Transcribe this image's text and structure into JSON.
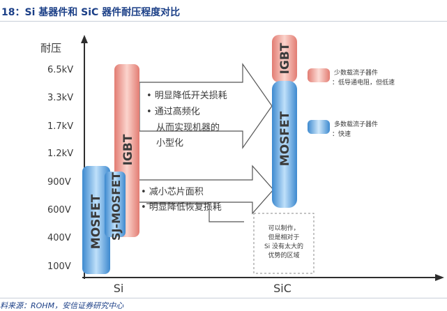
{
  "header": {
    "title": "18：Si 基器件和 SiC 器件耐压程度对比"
  },
  "footer": {
    "source": "料来源：ROHM，安信证券研究中心"
  },
  "diagram": {
    "y_axis_title": "耐压",
    "y_ticks": [
      "6.5kV",
      "3.3kV",
      "1.7kV",
      "1.2kV",
      "900V",
      "600V",
      "400V",
      "100V"
    ],
    "x_labels": [
      "Si",
      "SiC"
    ],
    "bars": {
      "si_mosfet": "MOSFET",
      "si_sj_mosfet": "SJ-MOSFET",
      "si_igbt": "IGBT",
      "sic_igbt": "IGBT",
      "sic_mosfet": "MOSFET"
    },
    "arrow_upper_text": [
      "• 明显降低开关损耗",
      "• 通过高频化",
      "从而实现机器的",
      "小型化"
    ],
    "arrow_lower_text": [
      "• 减小芯片面积",
      "• 明显降低恢复损耗"
    ],
    "dashed_box_text": [
      "可以制作，",
      "但是相对于",
      "Si 没有太大的",
      "优势的区域"
    ],
    "legend": [
      {
        "line1": "少数载流子器件",
        "line2": "：低导通电阻，但低速",
        "color": "#e98d83"
      },
      {
        "line1": "多数载流子器件",
        "line2": "：快速",
        "color": "#4f9ad8"
      }
    ],
    "colors": {
      "blue": "#4f9ad8",
      "red": "#e98d83",
      "axis": "#2d2d2d",
      "arrow_stroke": "#555555"
    }
  }
}
